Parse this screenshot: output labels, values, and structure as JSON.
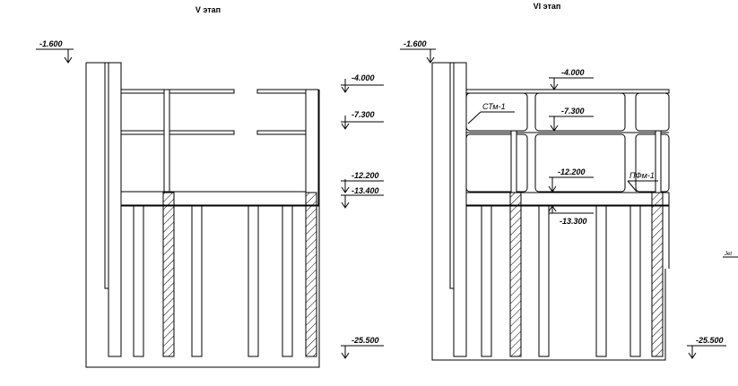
{
  "stage_left": {
    "title": "V этап",
    "levels": [
      "-1.600",
      "-4.000",
      "-7.300",
      "-12.200",
      "-13.400",
      "-25.500"
    ]
  },
  "stage_right": {
    "title": "VI этап",
    "levels": [
      "-1.600",
      "-4.000",
      "-7.300",
      "-12.200",
      "-13.300",
      "-25.500"
    ],
    "labels": {
      "wall": "СТм-1",
      "slab": "ПФм-1"
    }
  },
  "edge_note": "Jet"
}
